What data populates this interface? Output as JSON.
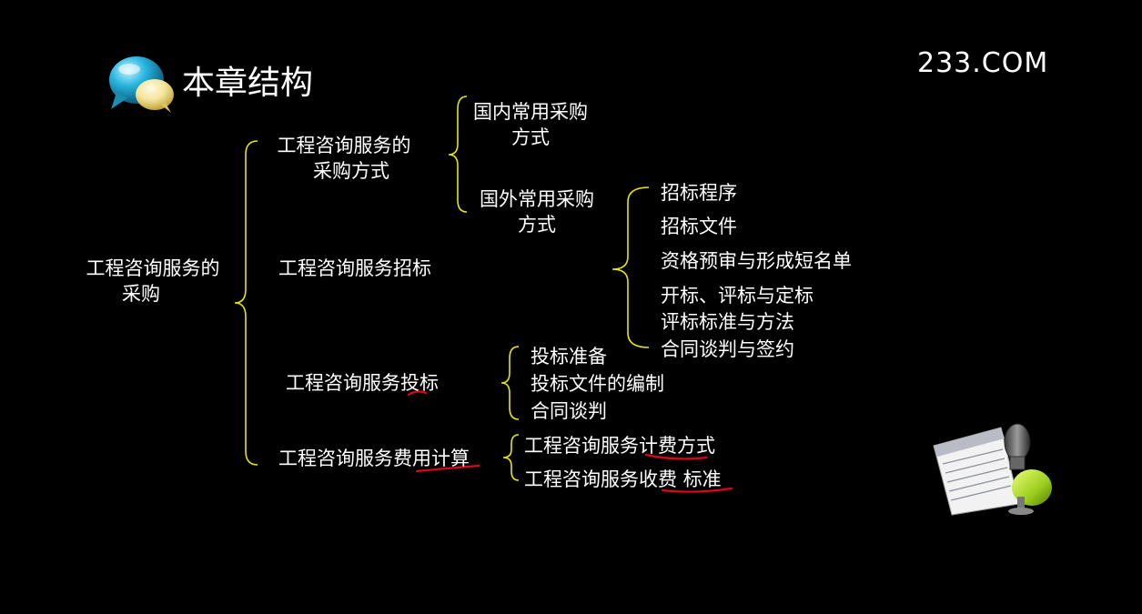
{
  "header": {
    "title": "本章结构",
    "brand": "233.COM",
    "chat_icon": "chat-bubbles-icon",
    "corner_icon": "notepad-microphone-icon"
  },
  "colors": {
    "background": "#000000",
    "text": "#ffffff",
    "bracket": "#e6e600",
    "underline": "#e0001a"
  },
  "root": {
    "line1": "工程咨询服务的",
    "line2": "采购"
  },
  "level1": {
    "methods": {
      "line1": "工程咨询服务的",
      "line2": "采购方式"
    },
    "tender": "工程咨询服务招标",
    "bid": {
      "prefix": "工程咨询服务",
      "marked": "投",
      "suffix": "标"
    },
    "fee": {
      "prefix": "工程咨询服务",
      "marked": "费用计算"
    }
  },
  "level2": {
    "domestic": {
      "line1": "国内常用采购",
      "line2": "方式"
    },
    "foreign": {
      "line1": "国外常用采购",
      "line2": "方式"
    },
    "tender_items": [
      "招标程序",
      "招标文件",
      "资格预审与形成短名单",
      "开标、评标与定标",
      "评标标准与方法",
      "合同谈判与签约"
    ],
    "bid_items": [
      "投标准备",
      "投标文件的编制",
      "合同谈判"
    ],
    "fee_items": [
      {
        "prefix": "工程咨询服务",
        "marked": "计费方式"
      },
      {
        "prefix": "工程咨询服务收",
        "marked": "费 标准"
      }
    ]
  }
}
